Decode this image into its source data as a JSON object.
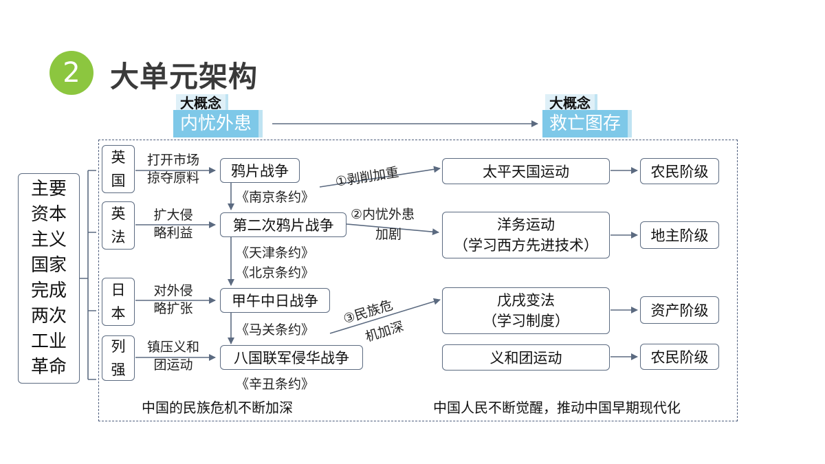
{
  "header": {
    "number": "2",
    "title": "大单元架构"
  },
  "concepts": {
    "left": {
      "tag": "大概念",
      "name": "内忧外患"
    },
    "right": {
      "tag": "大概念",
      "name": "救亡图存"
    }
  },
  "main_box": [
    "主要",
    "资本",
    "主义",
    "国家",
    "完成",
    "两次",
    "工业",
    "革命"
  ],
  "countries": [
    {
      "chars": [
        "英",
        "国"
      ],
      "label": [
        "打开市场",
        "掠夺原料"
      ]
    },
    {
      "chars": [
        "英",
        "法"
      ],
      "label": [
        "扩大侵",
        "略利益"
      ]
    },
    {
      "chars": [
        "日",
        "本"
      ],
      "label": [
        "对外侵",
        "略扩张"
      ]
    },
    {
      "chars": [
        "列",
        "强"
      ],
      "label": [
        "镇压义和",
        "团运动"
      ]
    }
  ],
  "wars": [
    "鸦片战争",
    "第二次鸦片战争",
    "甲午中日战争",
    "八国联军侵华战争"
  ],
  "treaties": {
    "t1": "《南京条约》",
    "t2a": "《天津条约》",
    "t2b": "《北京条约》",
    "t3": "《马关条约》",
    "t4": "《辛丑条约》"
  },
  "consequences": {
    "c1": "①剥削加重",
    "c2a": "②内忧外患",
    "c2b": "加剧",
    "c3a": "③民族危",
    "c3b": "机加深"
  },
  "movements": [
    {
      "lines": [
        "太平天国运动"
      ]
    },
    {
      "lines": [
        "洋务运动",
        "（学习西方先进技术）"
      ]
    },
    {
      "lines": [
        "戊戌变法",
        "（学习制度）"
      ]
    },
    {
      "lines": [
        "义和团运动"
      ]
    }
  ],
  "classes": [
    "农民阶级",
    "地主阶级",
    "资产阶级",
    "农民阶级"
  ],
  "footer": {
    "left": "中国的民族危机不断加深",
    "right": "中国人民不断觉醒，推动中国早期现代化"
  }
}
